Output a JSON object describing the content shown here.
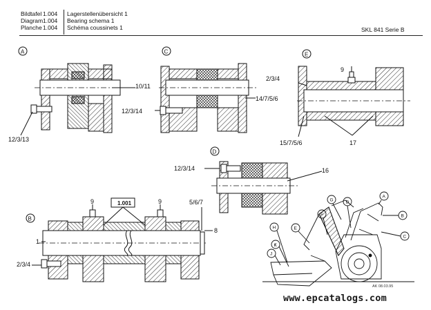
{
  "header": {
    "labels": [
      "Bildtafel",
      "Diagram",
      "Planche"
    ],
    "numbers": [
      "1.004",
      "1.004",
      "1.004"
    ],
    "titles": [
      "Lagerstellenübersicht 1",
      "Bearing schema 1",
      "Schéma coussinets 1"
    ],
    "model": "SKL 841 Serie B"
  },
  "views": {
    "A": "A",
    "B": "B",
    "C": "C",
    "D": "D",
    "E": "E"
  },
  "callouts": {
    "a_shaft": "10/11",
    "a_bolt": "12/3/13",
    "c_bolt": "12/3/14",
    "c_shaft": "14/7/5/6",
    "e_nipple": "9",
    "e_bolt": "2/3/4",
    "e_bottom": "15/7/5/6",
    "e_bushes": "17",
    "d_bolt": "12/3/14",
    "d_shaft": "16",
    "b_ref": "1.001",
    "b_nipple_left": "9",
    "b_nipple_right": "9",
    "b_567": "5/6/7",
    "b_8": "8",
    "b_1": "1",
    "b_234": "2/3/4"
  },
  "overview_letters": [
    "A",
    "B",
    "C",
    "D",
    "E",
    "F",
    "G",
    "H",
    "I",
    "J",
    "K"
  ],
  "drawing_code": "AK 08.03.95",
  "footer_url": "www.epcatalogs.com"
}
